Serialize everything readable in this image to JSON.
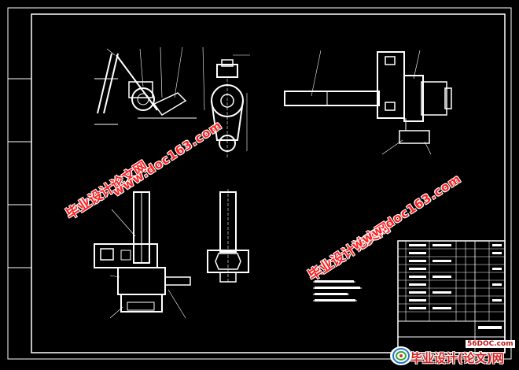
{
  "watermarks": {
    "cn_1": "毕业设计论文网",
    "url_1": "www.doc163.com",
    "cn_2": "毕业设计论文网",
    "url_2": "www.doc163.com"
  },
  "brand": {
    "site": "56DOC.com",
    "text": "毕业设计(论文)网"
  },
  "colors": {
    "background": "#000000",
    "lines": "#ffffff",
    "watermark": "#ff2222"
  }
}
